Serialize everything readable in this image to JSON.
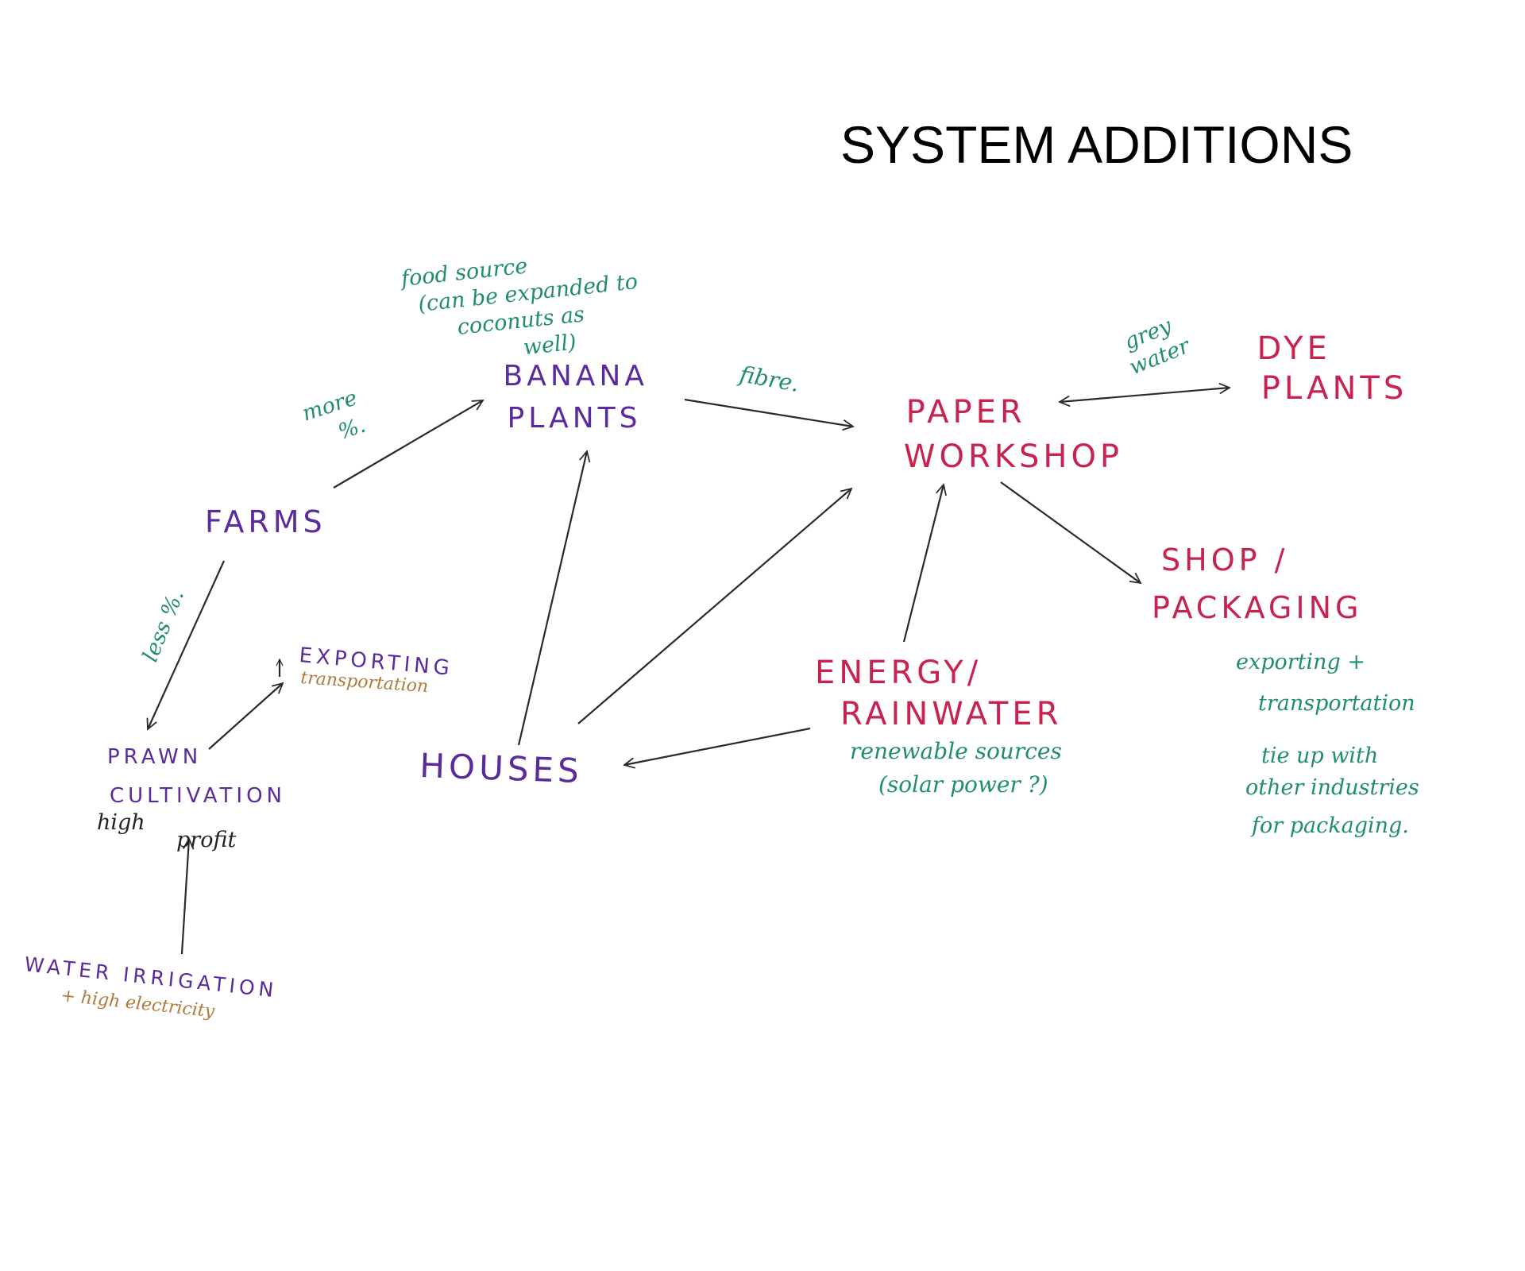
{
  "title": "SYSTEM ADDITIONS",
  "colors": {
    "purple": "#5b2a9c",
    "crimson": "#c8234f",
    "teal": "#1f8f66",
    "ochre": "#b07a3a",
    "ink": "#222222"
  },
  "nodes": {
    "banana": [
      "BANANA",
      "PLANTS"
    ],
    "farms": "FARMS",
    "exporting": "EXPORTING",
    "prawn": [
      "PRAWN",
      "CULTIVATION"
    ],
    "houses": "HOUSES",
    "water": "WATER IRRIGATION",
    "paper": [
      "PAPER",
      "WORKSHOP"
    ],
    "dye": [
      "DYE",
      "PLANTS"
    ],
    "shop": [
      "SHOP /",
      "PACKAGING"
    ],
    "energy": [
      "ENERGY/",
      "RAINWATER"
    ]
  },
  "notes": {
    "food": [
      "food source",
      "(can be expanded to",
      "coconuts as",
      "well)"
    ],
    "more": [
      "more",
      "%."
    ],
    "fibre": "fibre.",
    "less": "less %.",
    "grey": [
      "grey",
      "water"
    ],
    "exporting_sub": "transportation",
    "prawn_sub": [
      "high",
      "profit"
    ],
    "water_sub": "+ high electricity",
    "energy_sub": [
      "renewable sources",
      "(solar power ?)"
    ],
    "shop_sub": [
      "exporting +",
      "transportation",
      "tie up with",
      "other industries",
      "for packaging."
    ]
  }
}
